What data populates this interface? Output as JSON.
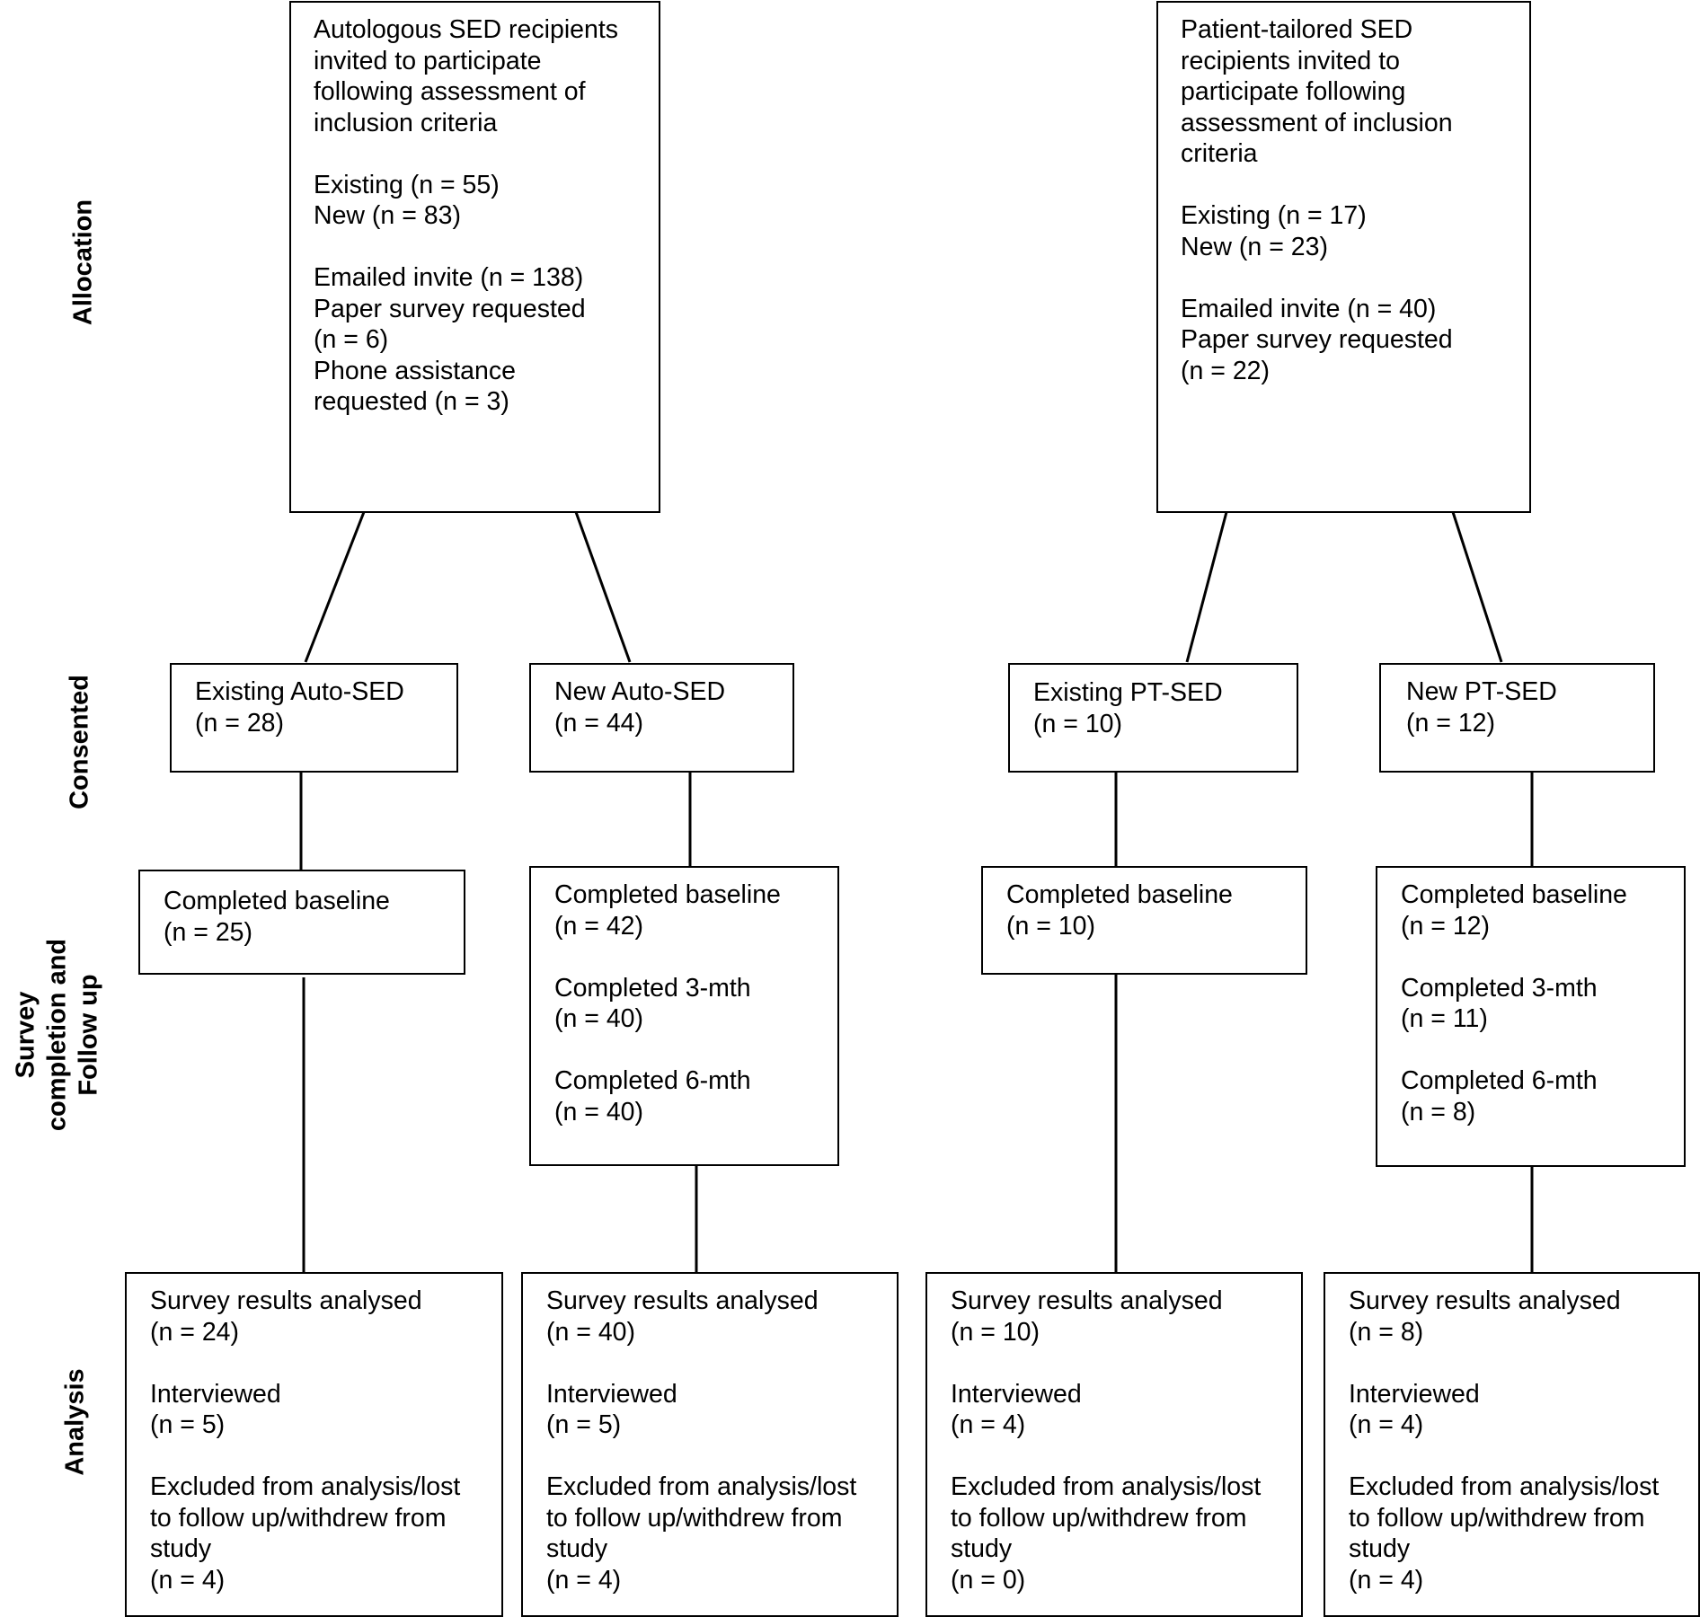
{
  "stages": {
    "allocation": [
      "Allocation"
    ],
    "consented": [
      "Consented"
    ],
    "survey": [
      "Survey",
      "completion and",
      "Follow up"
    ],
    "analysis": [
      "Analysis"
    ]
  },
  "allocation": {
    "auto": [
      [
        "Autologous SED recipients",
        "invited to participate",
        "following assessment of",
        "inclusion criteria"
      ],
      [
        "Existing (n = 55)",
        "New (n = 83)"
      ],
      [
        "Emailed invite (n = 138)",
        "Paper survey requested",
        "(n = 6)",
        "Phone assistance",
        "requested (n = 3)"
      ]
    ],
    "pt": [
      [
        "Patient-tailored SED",
        "recipients invited to",
        "participate following",
        "assessment of inclusion",
        "criteria"
      ],
      [
        "Existing (n = 17)",
        "New (n = 23)"
      ],
      [
        "Emailed invite (n = 40)",
        "Paper survey requested",
        "(n = 22)"
      ]
    ]
  },
  "consented": {
    "existing_auto": [
      [
        "Existing Auto-SED",
        "(n = 28)"
      ]
    ],
    "new_auto": [
      [
        "New Auto-SED",
        "(n = 44)"
      ]
    ],
    "existing_pt": [
      [
        "Existing PT-SED",
        "(n = 10)"
      ]
    ],
    "new_pt": [
      [
        "New PT-SED",
        "(n = 12)"
      ]
    ]
  },
  "survey": {
    "existing_auto": [
      [
        "Completed baseline",
        "(n = 25)"
      ]
    ],
    "new_auto": [
      [
        "Completed baseline",
        "(n = 42)"
      ],
      [
        "Completed 3-mth",
        "(n = 40)"
      ],
      [
        "Completed 6-mth",
        "(n = 40)"
      ]
    ],
    "existing_pt": [
      [
        "Completed baseline",
        "(n = 10)"
      ]
    ],
    "new_pt": [
      [
        "Completed baseline",
        "(n = 12)"
      ],
      [
        "Completed 3-mth",
        "(n = 11)"
      ],
      [
        "Completed 6-mth",
        "(n = 8)"
      ]
    ]
  },
  "analysis": {
    "existing_auto": [
      [
        "Survey results analysed",
        "(n = 24)"
      ],
      [
        "Interviewed",
        "(n = 5)"
      ],
      [
        "Excluded from analysis/lost",
        "to follow up/withdrew from",
        "study",
        "(n = 4)"
      ]
    ],
    "new_auto": [
      [
        "Survey results analysed",
        "(n = 40)"
      ],
      [
        "Interviewed",
        "(n = 5)"
      ],
      [
        "Excluded from analysis/lost",
        "to follow up/withdrew from",
        "study",
        "(n = 4)"
      ]
    ],
    "existing_pt": [
      [
        "Survey results analysed",
        "(n = 10)"
      ],
      [
        "Interviewed",
        "(n = 4)"
      ],
      [
        "Excluded from analysis/lost",
        "to follow up/withdrew from",
        "study",
        "(n = 0)"
      ]
    ],
    "new_pt": [
      [
        "Survey results analysed",
        "(n = 8)"
      ],
      [
        "Interviewed",
        "(n = 4)"
      ],
      [
        "Excluded from analysis/lost",
        "to follow up/withdrew from",
        "study",
        "(n = 4)"
      ]
    ]
  }
}
